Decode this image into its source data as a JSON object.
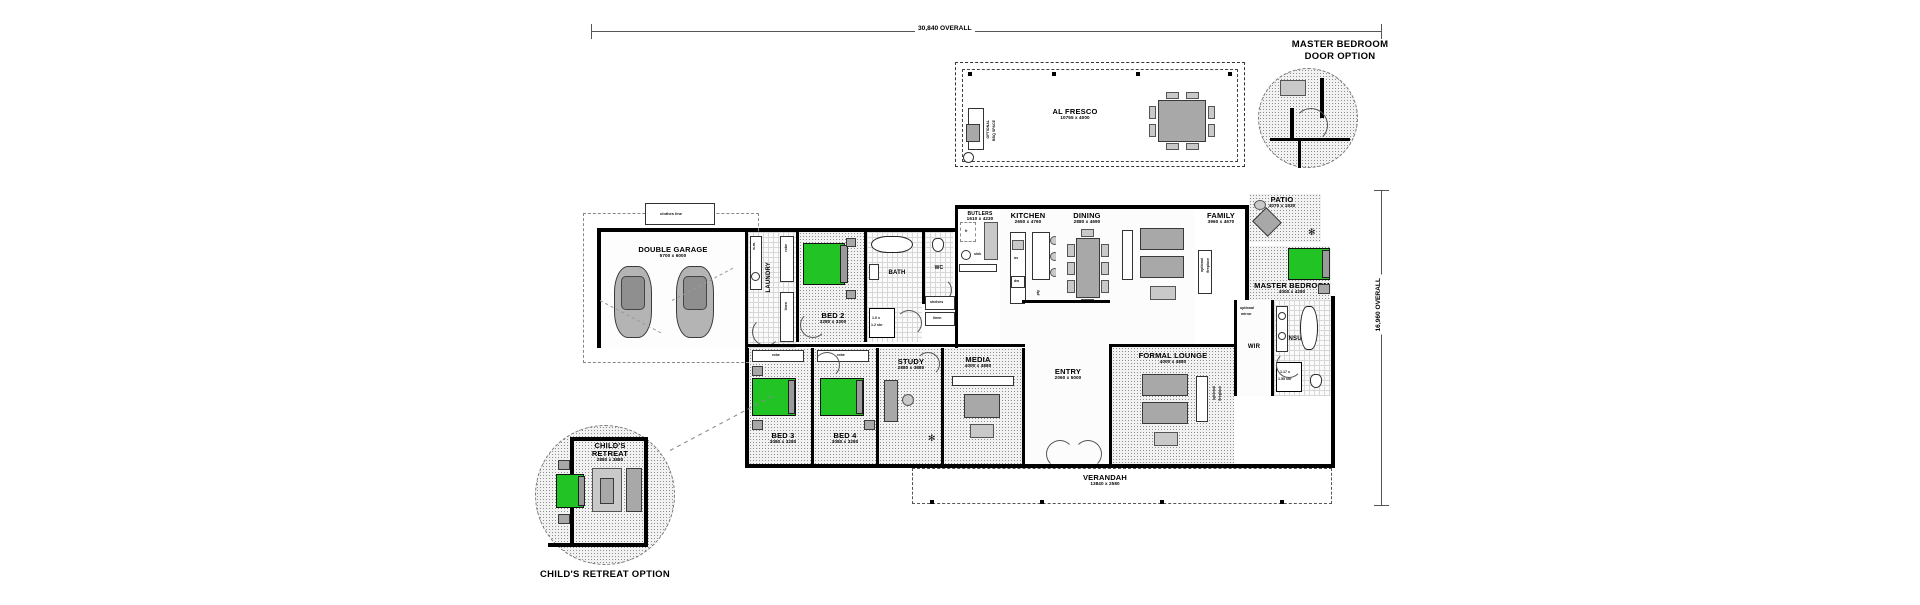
{
  "plan": {
    "overall_width_label": "30,840 OVERALL",
    "overall_height_label": "16,960 OVERALL"
  },
  "callouts": {
    "master_door_option": "MASTER BEDROOM\nDOOR OPTION",
    "master_door_option_l1": "MASTER BEDROOM",
    "master_door_option_l2": "DOOR OPTION",
    "childs_retreat_option": "CHILD'S RETREAT OPTION"
  },
  "rooms": [
    {
      "id": "al-fresco",
      "name": "AL FRESCO",
      "dim": "10755 x 4000"
    },
    {
      "id": "butlers",
      "name": "BUTLERS",
      "dim": "1610 x 4230"
    },
    {
      "id": "kitchen",
      "name": "KITCHEN",
      "dim": "2650 x 4760"
    },
    {
      "id": "dining",
      "name": "DINING",
      "dim": "2880 x 4690"
    },
    {
      "id": "family",
      "name": "FAMILY",
      "dim": "3960 x 4670"
    },
    {
      "id": "patio",
      "name": "PATIO",
      "dim": "4070 x 1530"
    },
    {
      "id": "master-bedroom",
      "name": "MASTER BEDROOM",
      "dim": "4000 x 4280"
    },
    {
      "id": "ensuite",
      "name": "ENSUITE",
      "dim": ""
    },
    {
      "id": "wir",
      "name": "WIR",
      "dim": ""
    },
    {
      "id": "double-garage",
      "name": "DOUBLE GARAGE",
      "dim": "5700 x 6000"
    },
    {
      "id": "laundry",
      "name": "LAUNDRY",
      "dim": ""
    },
    {
      "id": "bed-2",
      "name": "BED 2",
      "dim": "3280 x 3300"
    },
    {
      "id": "bath",
      "name": "BATH",
      "dim": ""
    },
    {
      "id": "wc",
      "name": "WC",
      "dim": ""
    },
    {
      "id": "bed-3",
      "name": "BED 3",
      "dim": "3080 x 3280"
    },
    {
      "id": "bed-4",
      "name": "BED 4",
      "dim": "3080 x 3280"
    },
    {
      "id": "study",
      "name": "STUDY",
      "dim": "2880 x 3880"
    },
    {
      "id": "media",
      "name": "MEDIA",
      "dim": "4000 x 4880"
    },
    {
      "id": "entry",
      "name": "ENTRY",
      "dim": "2060 x 5000"
    },
    {
      "id": "formal-lounge",
      "name": "FORMAL LOUNGE",
      "dim": "4000 x 4880"
    },
    {
      "id": "verandah",
      "name": "VERANDAH",
      "dim": "13840 x 2580"
    },
    {
      "id": "childs-retreat",
      "name": "CHILD'S\nRETREAT",
      "dim": "2880 x 3880"
    }
  ],
  "room_text": {
    "al_fresco": {
      "name": "AL FRESCO",
      "dim": "10755 x 4000"
    },
    "butlers": {
      "name": "BUTLERS",
      "dim": "1610 x 4230"
    },
    "kitchen": {
      "name": "KITCHEN",
      "dim": "2650 x 4760"
    },
    "dining": {
      "name": "DINING",
      "dim": "2880 x 4690"
    },
    "family": {
      "name": "FAMILY",
      "dim": "3960 x 4670"
    },
    "patio": {
      "name": "PATIO",
      "dim": "4070 x 1530"
    },
    "master_bedroom": {
      "name": "MASTER BEDROOM",
      "dim": "4000 x 4280"
    },
    "ensuite": {
      "name": "ENSUITE"
    },
    "wir": {
      "name": "WIR"
    },
    "double_garage": {
      "name": "DOUBLE GARAGE",
      "dim": "5700 x 6000"
    },
    "laundry": {
      "name": "LAUNDRY"
    },
    "bed2": {
      "name": "BED 2",
      "dim": "3280 x 3300"
    },
    "bath": {
      "name": "BATH"
    },
    "wc": {
      "name": "WC"
    },
    "bed3": {
      "name": "BED 3",
      "dim": "3080 x 3280"
    },
    "bed4": {
      "name": "BED 4",
      "dim": "3080 x 3280"
    },
    "study": {
      "name": "STUDY",
      "dim": "2880 x 3880"
    },
    "media": {
      "name": "MEDIA",
      "dim": "4000 x 4880"
    },
    "entry": {
      "name": "ENTRY",
      "dim": "2060 x 5000"
    },
    "formal_lounge": {
      "name": "FORMAL LOUNGE",
      "dim": "4000 x 4880"
    },
    "verandah": {
      "name": "VERANDAH",
      "dim": "13840 x 2580"
    },
    "childs_retreat": {
      "name_l1": "CHILD'S",
      "name_l2": "RETREAT",
      "dim": "2880 x 3880"
    }
  },
  "annotations": {
    "clothes_line": "clothes line",
    "optional_bbq_l1": "OPTIONAL",
    "optional_bbq_l2": "BBQ SPACE",
    "optional_fireplace_l1": "optional",
    "optional_fireplace_l2": "fireplace",
    "optional_mirror_l1": "optional",
    "optional_mirror_l2": "mirror",
    "robe_bed2": "robe",
    "robe_bed3": "robe",
    "robe_bed4": "robe",
    "robe_laundry": "robe",
    "linen": "linen",
    "shelves": "shelves",
    "sink": "sink",
    "fridge": "fr",
    "bath_shower_l1": "1.0 x",
    "bath_shower_l2": "1.2 shr",
    "ensuite_shower_l1": "1.17 x",
    "ensuite_shower_l2": "1.55 shr",
    "wm": "w.m.",
    "dw": "dw",
    "pty": "pty",
    "ov": "ov"
  },
  "colors": {
    "bed_green": "#22c425",
    "furniture_grey": "#a8a8a8",
    "wall_black": "#000000",
    "hatch_grey": "#8d8d8d",
    "dim_line": "#555555"
  }
}
